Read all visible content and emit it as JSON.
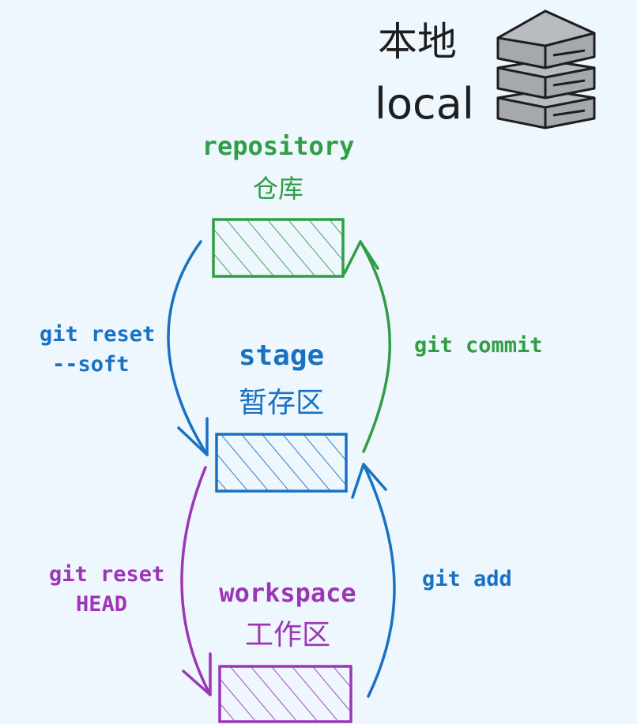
{
  "header": {
    "title_cn": "本地",
    "title_en": "local",
    "icon": "server-stack-icon"
  },
  "areas": {
    "repository": {
      "label_en": "repository",
      "label_cn": "仓库",
      "color": "#2f9e44"
    },
    "stage": {
      "label_en": "stage",
      "label_cn": "暂存区",
      "color": "#1971c2"
    },
    "workspace": {
      "label_en": "workspace",
      "label_cn": "工作区",
      "color": "#9c36b5"
    }
  },
  "commands": {
    "commit": {
      "label": "git commit",
      "color": "#2f9e44"
    },
    "add": {
      "label": "git add",
      "color": "#1971c2"
    },
    "reset_soft": {
      "line1": "git reset",
      "line2": "--soft",
      "color": "#1971c2"
    },
    "reset_head": {
      "line1": "git reset",
      "line2": "HEAD",
      "color": "#9c36b5"
    }
  },
  "palette": {
    "background": "#eef6fe",
    "ink": "#1e1e1e",
    "server_fill": "#a5a8ad",
    "server_shade": "#7e8186"
  }
}
